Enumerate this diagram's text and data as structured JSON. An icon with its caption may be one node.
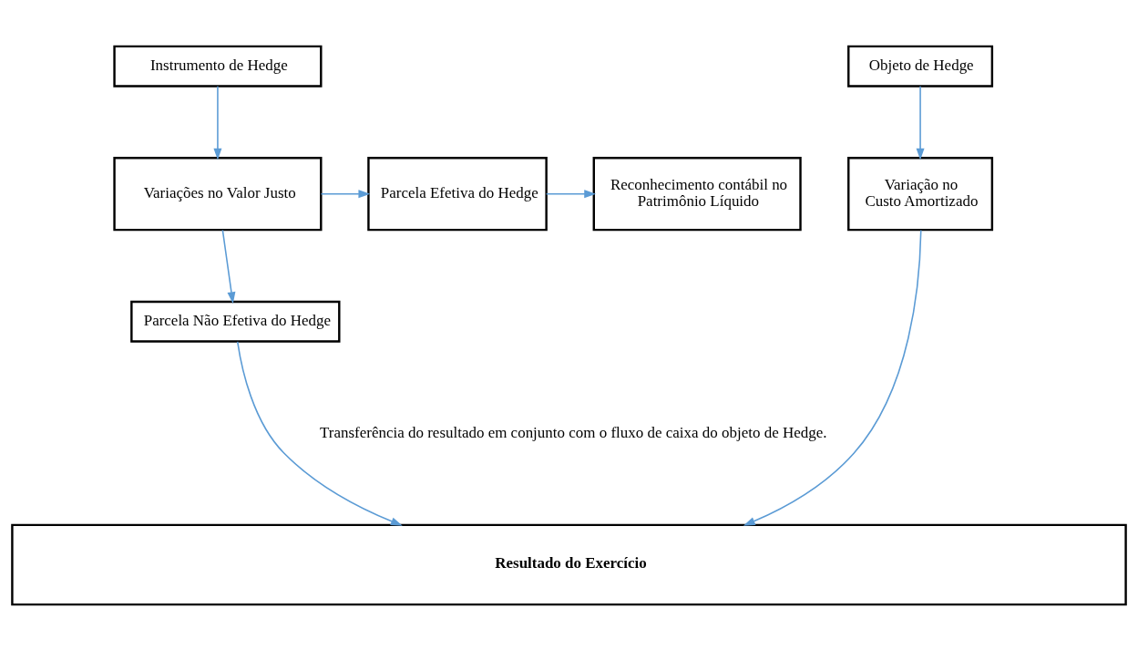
{
  "diagram": {
    "nodes": [
      {
        "text": [
          "Instrumento de Hedge"
        ]
      },
      {
        "text": [
          "Objeto de Hedge"
        ]
      },
      {
        "text": [
          "Variações no Valor Justo"
        ]
      },
      {
        "text": [
          "Parcela Efetiva do Hedge"
        ]
      },
      {
        "text": [
          "Reconhecimento contábil no Patrimônio Líquido"
        ]
      },
      {
        "text": [
          "Variação no Custo Amortizado"
        ]
      },
      {
        "text": [
          "Parcela Não Efetiva do Hedge"
        ]
      },
      {
        "text": [
          "Resultado do Exercício"
        ]
      }
    ],
    "edges": [
      {
        "from": 0,
        "to": 2,
        "arrow": "to"
      },
      {
        "from": 1,
        "to": 5,
        "arrow": "to"
      },
      {
        "from": 2,
        "to": 3,
        "arrow": "to"
      },
      {
        "from": 3,
        "to": 4,
        "arrow": "to"
      },
      {
        "from": 2,
        "to": 6,
        "arrow": "to"
      },
      {
        "from": 6,
        "to": 7,
        "arrow": "to"
      },
      {
        "from": 5,
        "to": 7,
        "arrow": "to"
      }
    ],
    "labels": [
      "Transferência do resultado em conjunto com o fluxo de caixa do objeto de Hedge."
    ]
  }
}
